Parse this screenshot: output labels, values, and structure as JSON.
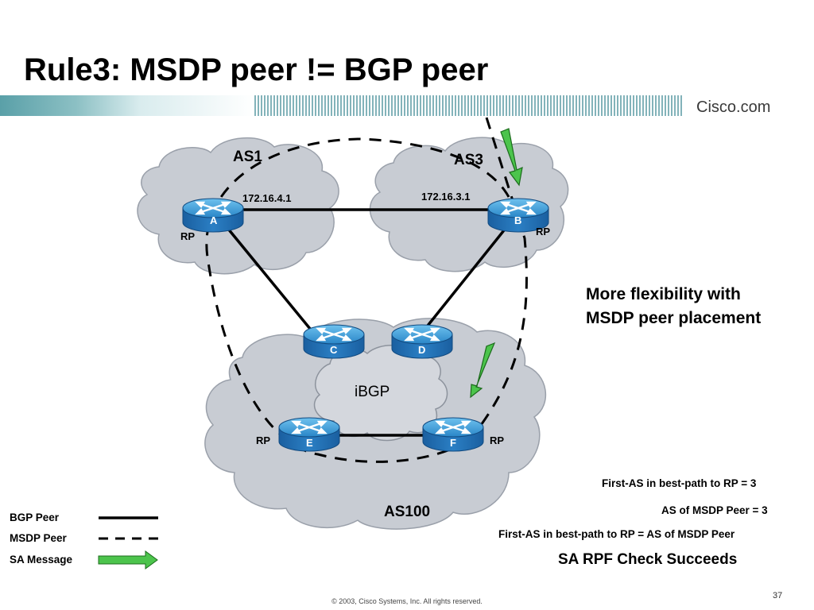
{
  "slide": {
    "title": "Rule3: MSDP peer != BGP peer",
    "brand": "Cisco.com",
    "footer": "© 2003, Cisco Systems, Inc. All rights reserved.",
    "page_number": "37"
  },
  "clouds": {
    "as1": "AS1",
    "as3": "AS3",
    "as100": "AS100",
    "ibgp": "iBGP"
  },
  "routers": {
    "a": {
      "label": "A",
      "role": "RP",
      "ip": "172.16.4.1"
    },
    "b": {
      "label": "B",
      "role": "RP",
      "ip": "172.16.3.1"
    },
    "c": {
      "label": "C"
    },
    "d": {
      "label": "D"
    },
    "e": {
      "label": "E",
      "role": "RP"
    },
    "f": {
      "label": "F",
      "role": "RP"
    }
  },
  "callout": {
    "line1": "More flexibility with",
    "line2": "MSDP peer placement"
  },
  "rules": {
    "first_as": "First-AS in best-path to RP = 3",
    "as_msdp": "AS of MSDP Peer = 3",
    "equal": "First-AS in best-path to RP = AS of MSDP Peer",
    "result": "SA RPF Check Succeeds"
  },
  "legend": {
    "bgp": "BGP Peer",
    "msdp": "MSDP Peer",
    "sa": "SA Message"
  },
  "colors": {
    "cloud_fill": "#c8ccd3",
    "cloud_stroke": "#9aa0aa",
    "router_top": "#3f9fd9",
    "router_body": "#1f6fb5",
    "sa_arrow": "#4cc44c"
  }
}
